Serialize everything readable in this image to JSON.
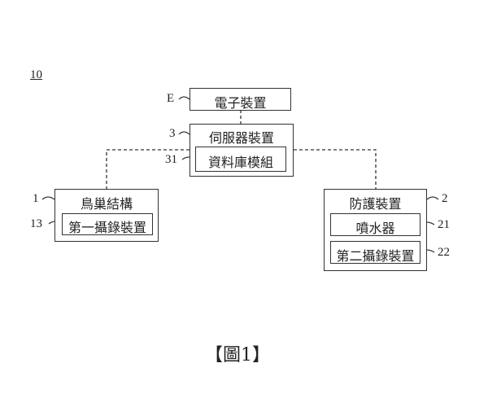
{
  "figure_number_label": "10",
  "figure_caption": "【圖1】",
  "nodes": {
    "electronic_device": {
      "label": "電子裝置",
      "ref": "E"
    },
    "server_device": {
      "label": "伺服器裝置",
      "ref": "3"
    },
    "database_module": {
      "label": "資料庫模組",
      "ref": "31"
    },
    "bird_nest_structure": {
      "label": "鳥巢結構",
      "ref": "1"
    },
    "first_recording_device": {
      "label": "第一攝錄裝置",
      "ref": "13"
    },
    "protection_device": {
      "label": "防護裝置",
      "ref": "2"
    },
    "sprinkler": {
      "label": "噴水器",
      "ref": "21"
    },
    "second_recording_device": {
      "label": "第二攝錄裝置",
      "ref": "22"
    }
  },
  "edges": [
    {
      "from": "electronic_device",
      "to": "server_device",
      "style": "dashed"
    },
    {
      "from": "server_device",
      "to": "bird_nest_structure",
      "style": "dashed"
    },
    {
      "from": "server_device",
      "to": "protection_device",
      "style": "dashed"
    }
  ]
}
